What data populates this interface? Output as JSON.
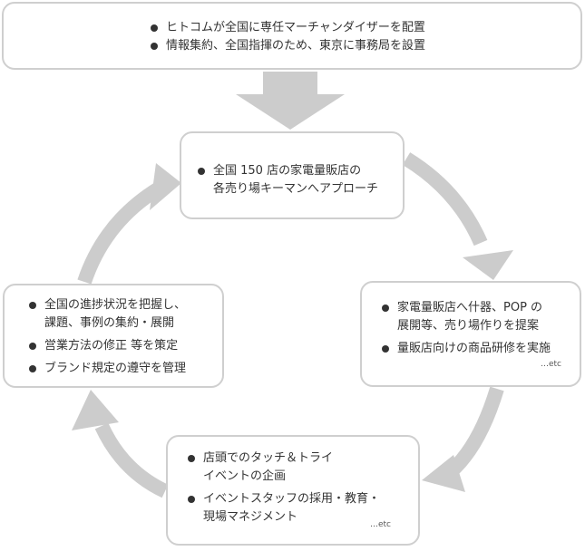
{
  "colors": {
    "arrow": "#cccccc",
    "border": "#cfcfcf",
    "text": "#333333"
  },
  "top_box": {
    "items": [
      "ヒトコムが全国に専任マーチャンダイザーを配置",
      "情報集約、全国指揮のため、東京に事務局を設置"
    ]
  },
  "cycle": {
    "north": {
      "lines": [
        "全国 150 店の家電量販店の",
        "各売り場キーマンへアプローチ"
      ]
    },
    "east": {
      "item1": [
        "家電量販店へ什器、POP の",
        "展開等、売り場作りを提案"
      ],
      "item2": "量販店向けの商品研修を実施",
      "etc": "…etc"
    },
    "south": {
      "item1": [
        "店頭でのタッチ＆トライ",
        "イベントの企画"
      ],
      "item2": [
        "イベントスタッフの採用・教育・",
        "現場マネジメント"
      ],
      "etc": "…etc"
    },
    "west": {
      "item1": [
        "全国の進捗状況を把握し、",
        "課題、事例の集約・展開"
      ],
      "item2": "営業方法の修正 等を策定",
      "item3": "ブランド規定の遵守を管理"
    }
  }
}
